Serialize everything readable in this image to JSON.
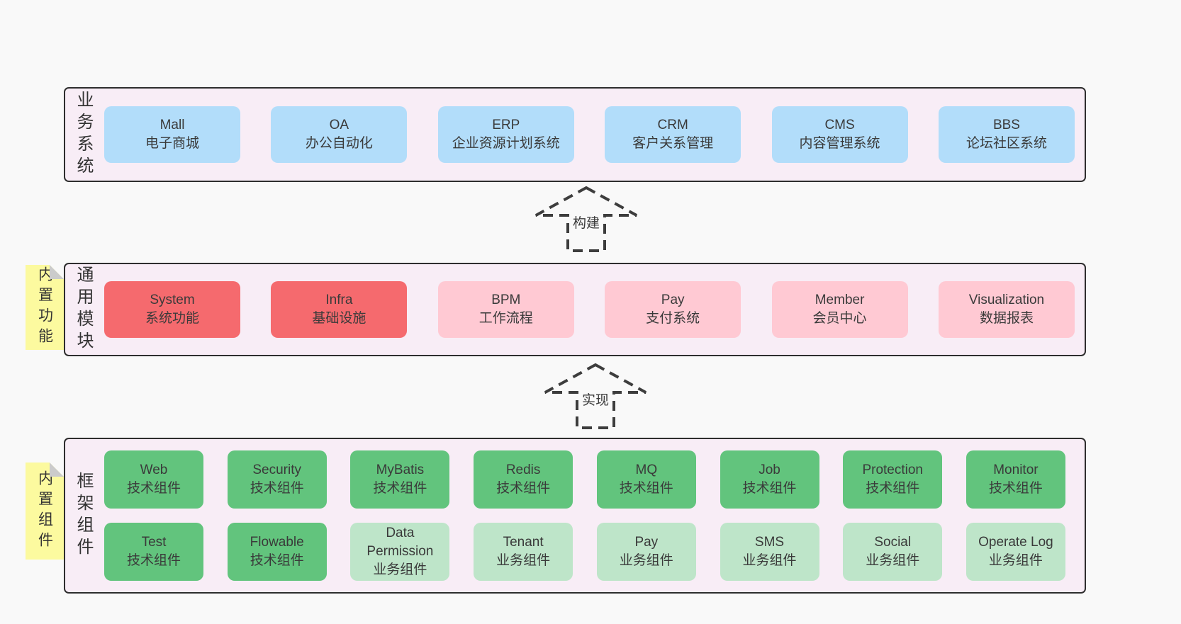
{
  "colors": {
    "page_bg": "#f9f9f9",
    "container_bg": "#f8edf6",
    "container_border": "#2e2e2e",
    "blue_box": "#b2ddfa",
    "red_box": "#f56a6e",
    "pink_box": "#ffc9d3",
    "green_dark_box": "#62c47d",
    "green_light_box": "#bee5c9",
    "sticky_yellow": "#fcfa9f",
    "sticky_fold_gray": "#cbcbcb",
    "text": "#3a3a3a"
  },
  "arrows": [
    {
      "label": "构建"
    },
    {
      "label": "实现"
    }
  ],
  "sections": {
    "business": {
      "label": "业务系统",
      "boxes": [
        {
          "title": "Mall",
          "subtitle": "电子商城"
        },
        {
          "title": "OA",
          "subtitle": "办公自动化"
        },
        {
          "title": "ERP",
          "subtitle": "企业资源计划系统"
        },
        {
          "title": "CRM",
          "subtitle": "客户关系管理"
        },
        {
          "title": "CMS",
          "subtitle": "内容管理系统"
        },
        {
          "title": "BBS",
          "subtitle": "论坛社区系统"
        }
      ]
    },
    "modules": {
      "label": "通用模块",
      "sticky": "内置功能",
      "boxes": [
        {
          "title": "System",
          "subtitle": "系统功能",
          "variant": "red"
        },
        {
          "title": "Infra",
          "subtitle": "基础设施",
          "variant": "red"
        },
        {
          "title": "BPM",
          "subtitle": "工作流程",
          "variant": "pink"
        },
        {
          "title": "Pay",
          "subtitle": "支付系统",
          "variant": "pink"
        },
        {
          "title": "Member",
          "subtitle": "会员中心",
          "variant": "pink"
        },
        {
          "title": "Visualization",
          "subtitle": "数据报表",
          "variant": "pink"
        }
      ]
    },
    "framework": {
      "label": "框架组件",
      "sticky": "内置组件",
      "row1": [
        {
          "title": "Web",
          "subtitle": "技术组件"
        },
        {
          "title": "Security",
          "subtitle": "技术组件"
        },
        {
          "title": "MyBatis",
          "subtitle": "技术组件"
        },
        {
          "title": "Redis",
          "subtitle": "技术组件"
        },
        {
          "title": "MQ",
          "subtitle": "技术组件"
        },
        {
          "title": "Job",
          "subtitle": "技术组件"
        },
        {
          "title": "Protection",
          "subtitle": "技术组件"
        },
        {
          "title": "Monitor",
          "subtitle": "技术组件"
        }
      ],
      "row2": [
        {
          "title": "Test",
          "subtitle": "技术组件",
          "variant": "green-dark"
        },
        {
          "title": "Flowable",
          "subtitle": "技术组件",
          "variant": "green-dark"
        },
        {
          "title": "Data Permission",
          "subtitle": "业务组件",
          "variant": "green-light"
        },
        {
          "title": "Tenant",
          "subtitle": "业务组件",
          "variant": "green-light"
        },
        {
          "title": "Pay",
          "subtitle": "业务组件",
          "variant": "green-light"
        },
        {
          "title": "SMS",
          "subtitle": "业务组件",
          "variant": "green-light"
        },
        {
          "title": "Social",
          "subtitle": "业务组件",
          "variant": "green-light"
        },
        {
          "title": "Operate Log",
          "subtitle": "业务组件",
          "variant": "green-light"
        }
      ]
    }
  }
}
